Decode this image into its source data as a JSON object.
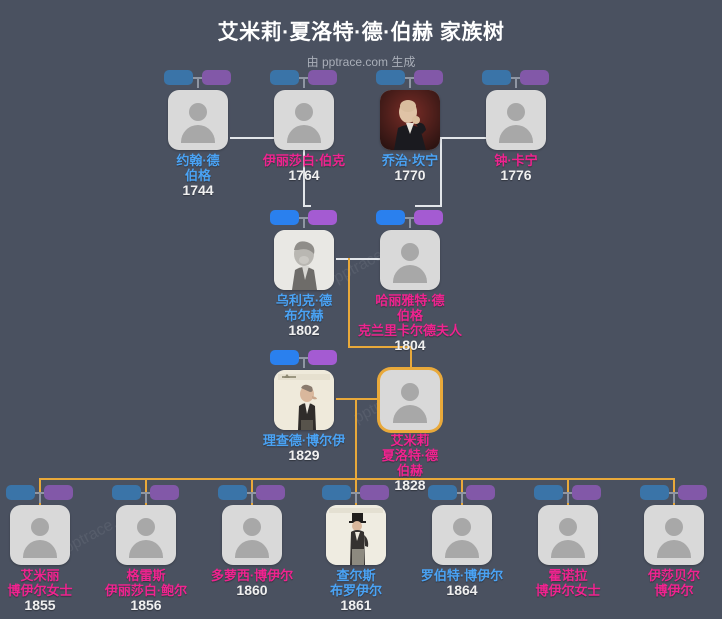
{
  "header": {
    "title": "艾米莉·夏洛特·德·伯赫 家族树",
    "subtitle": "由 pptrace.com 生成"
  },
  "colors": {
    "background": "#4a5160",
    "male_name": "#4aa3f5",
    "female_name": "#f0238f",
    "year": "#f0f0f0",
    "highlight_border": "#e9a93a",
    "connector_light": "#e3e6ea",
    "connector_gold": "#e9a93a",
    "card_background": "#d9d9d9",
    "pill_blue": "#3a74a8",
    "pill_purple": "#8258a8",
    "pill_blue_bright": "#2a80ee",
    "pill_purple_bright": "#a45bd2"
  },
  "watermark": "pptrace.com",
  "generations": [
    {
      "id": "generation-1",
      "people": [
        {
          "name": "约翰·德\n伯格",
          "year": "1744",
          "gender": "male",
          "portrait": "none"
        },
        {
          "name": "伊丽莎白·伯克",
          "year": "1764",
          "gender": "female",
          "portrait": "none"
        },
        {
          "name": "乔治·坎宁",
          "year": "1770",
          "gender": "male",
          "portrait": "oil-portrait-canning"
        },
        {
          "name": "钟·卡宁",
          "year": "1776",
          "gender": "female",
          "portrait": "none"
        }
      ]
    },
    {
      "id": "generation-2",
      "people": [
        {
          "name": "乌利克·德\n布尔赫",
          "year": "1802",
          "gender": "male",
          "portrait": "engraving-de-burgh"
        },
        {
          "name": "哈丽雅特·德\n伯格\n克兰里卡尔德夫人",
          "year": "1804",
          "gender": "female",
          "portrait": "none"
        }
      ]
    },
    {
      "id": "generation-3",
      "people": [
        {
          "name": "理查德·博尔伊",
          "year": "1829",
          "gender": "male",
          "portrait": "caricature-boyle"
        },
        {
          "name": "艾米莉\n夏洛特·德\n伯赫",
          "year": "1828",
          "gender": "female",
          "portrait": "none",
          "highlighted": true
        }
      ]
    },
    {
      "id": "generation-4",
      "people": [
        {
          "name": "艾米丽\n博伊尔女士",
          "year": "1855",
          "gender": "female",
          "portrait": "none"
        },
        {
          "name": "格雷斯\n伊丽莎白·鲍尔",
          "year": "1856",
          "gender": "female",
          "portrait": "none"
        },
        {
          "name": "多萝西·博伊尔",
          "year": "1860",
          "gender": "female",
          "portrait": "none"
        },
        {
          "name": "查尔斯\n布罗伊尔",
          "year": "1861",
          "gender": "male",
          "portrait": "caricature-tophat"
        },
        {
          "name": "罗伯特·博伊尔",
          "year": "1864",
          "gender": "male",
          "portrait": "none"
        },
        {
          "name": "霍诺拉\n博伊尔女士",
          "year": "",
          "gender": "female",
          "portrait": "none"
        },
        {
          "name": "伊莎贝尔\n博伊尔",
          "year": "",
          "gender": "female",
          "portrait": "none"
        }
      ]
    }
  ]
}
